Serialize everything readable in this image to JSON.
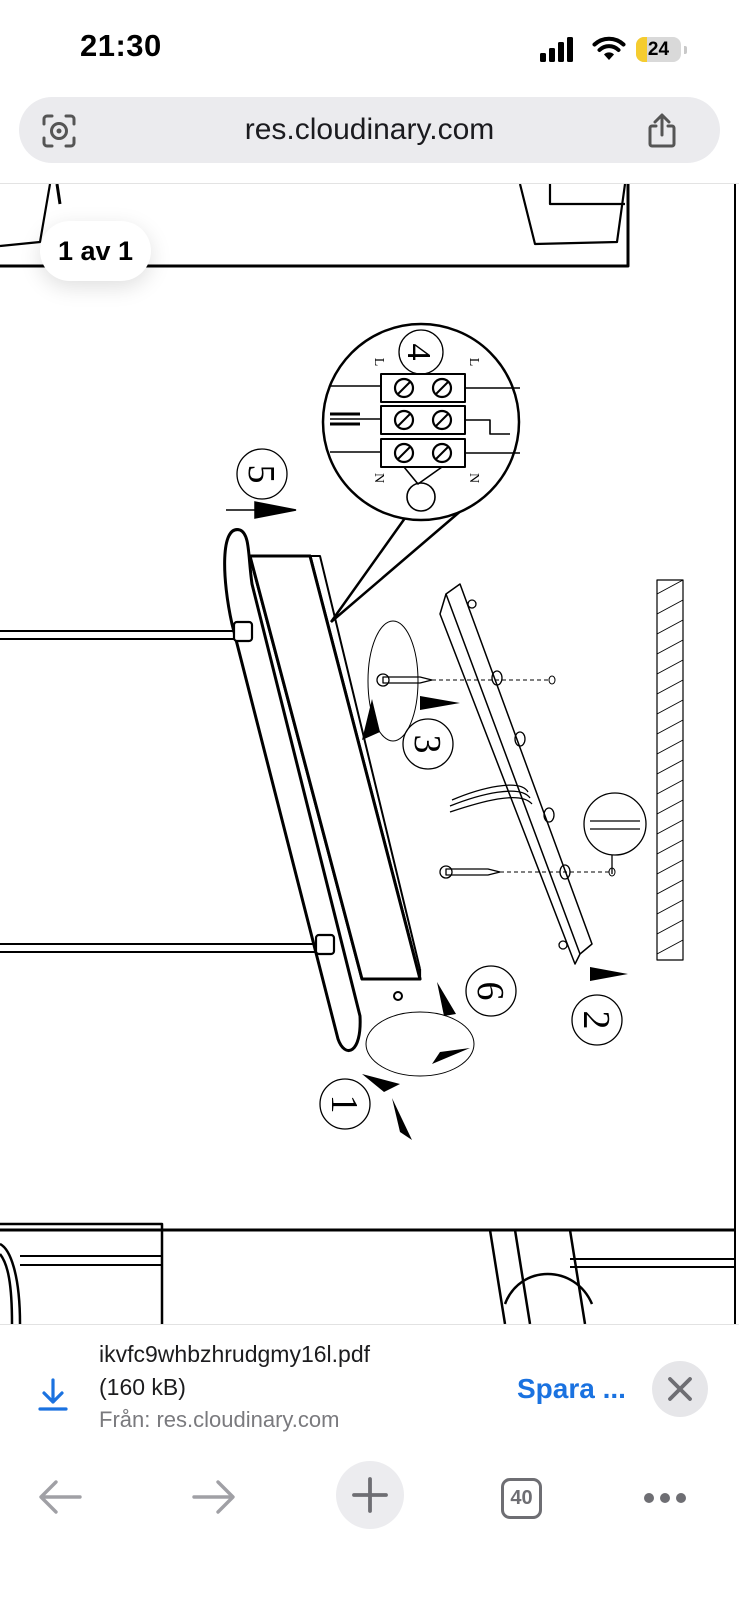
{
  "status_bar": {
    "time": "21:30",
    "battery_level": "24",
    "battery_fraction": 0.24,
    "icons": [
      "cellular-signal-icon",
      "wifi-icon",
      "battery-icon"
    ]
  },
  "url_bar": {
    "url": "res.cloudinary.com",
    "left_icon": "visual-lookup-icon",
    "right_icon": "share-icon"
  },
  "document": {
    "page_indicator": "1 av 1",
    "diagram_labels": [
      "5",
      "4",
      "3",
      "6",
      "1",
      "2",
      "L",
      "L",
      "N",
      "N"
    ]
  },
  "download": {
    "filename": "ikvfc9whbzhrudgmy16l.pdf",
    "size": "(160 kB)",
    "from": "Från: res.cloudinary.com",
    "save_label": "Spara ...",
    "icons": [
      "download-icon",
      "close-icon"
    ]
  },
  "toolbar": {
    "tab_count": "40",
    "icons": [
      "back-arrow-icon",
      "forward-arrow-icon",
      "plus-icon",
      "tabs-icon",
      "more-icon"
    ]
  },
  "colors": {
    "accent": "#1a72e0",
    "battery_fill": "#f5cc2f",
    "url_bar_bg": "#ebebee"
  }
}
